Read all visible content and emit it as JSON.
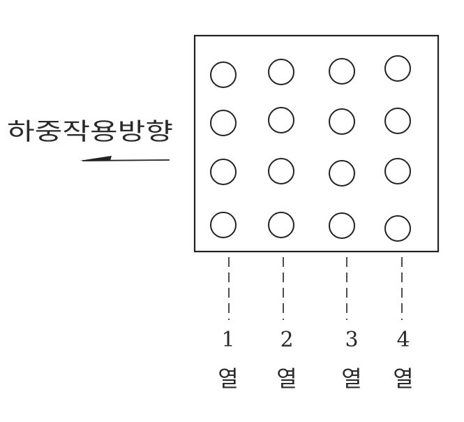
{
  "diagram": {
    "load_direction_label": "하중작용방향",
    "rows": 4,
    "columns": [
      {
        "number": "1",
        "suffix": "열"
      },
      {
        "number": "2",
        "suffix": "열"
      },
      {
        "number": "3",
        "suffix": "열"
      },
      {
        "number": "4",
        "suffix": "열"
      }
    ],
    "colors": {
      "line": "#222222",
      "background": "#ffffff"
    }
  }
}
